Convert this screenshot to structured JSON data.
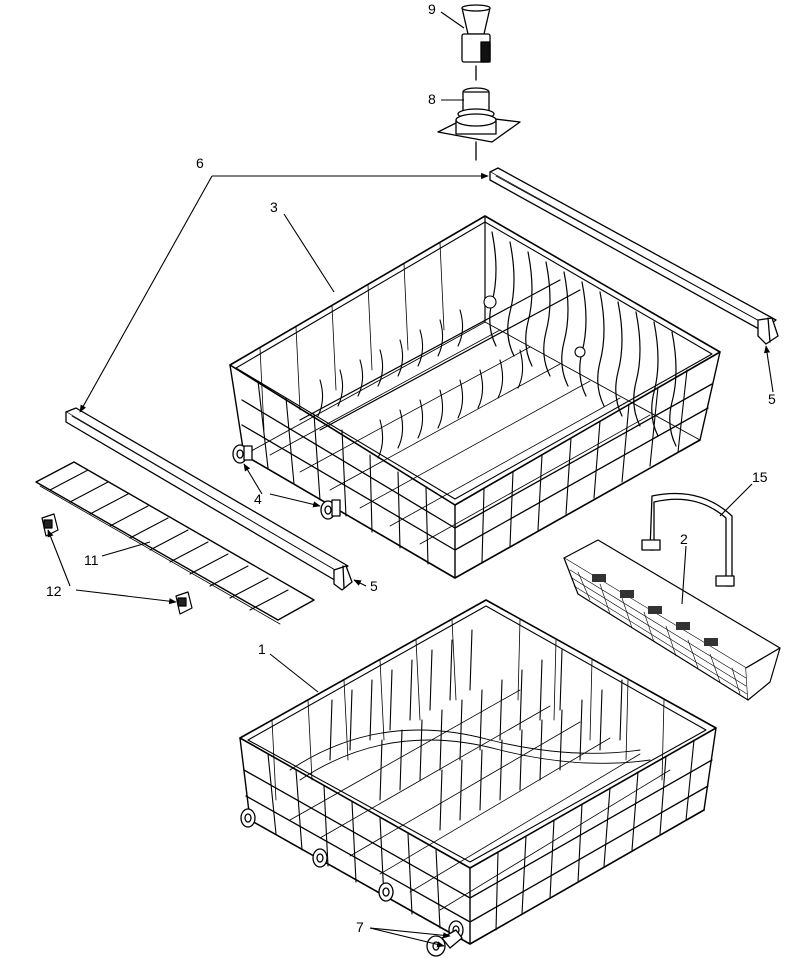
{
  "diagram": {
    "callouts": {
      "c1": "1",
      "c2": "2",
      "c3": "3",
      "c4": "4",
      "c5a": "5",
      "c5b": "5",
      "c6": "6",
      "c7": "7",
      "c8": "8",
      "c9": "9",
      "c11": "11",
      "c12": "12",
      "c15": "15"
    },
    "colors": {
      "line": "#000000",
      "background": "#ffffff"
    }
  }
}
